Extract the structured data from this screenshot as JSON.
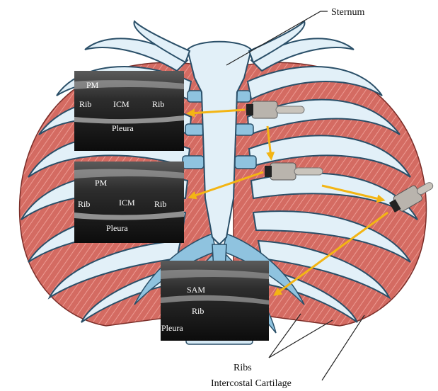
{
  "labels": {
    "sternum": "Sternum",
    "ribs": "Ribs",
    "intercostal_cartilage": "Intercostal Cartilage"
  },
  "ultrasound_panels": [
    {
      "id": "top",
      "tags": [
        "PM",
        "Rib",
        "ICM",
        "Rib",
        "Pleura"
      ]
    },
    {
      "id": "middle",
      "tags": [
        "PM",
        "Rib",
        "ICM",
        "Rib",
        "Pleura"
      ]
    },
    {
      "id": "bottom",
      "tags": [
        "SAM",
        "Rib",
        "Pleura"
      ]
    }
  ],
  "colors": {
    "bone": "#e2f0f8",
    "bone_outline": "#2a4f68",
    "cartilage": "#8fc3df",
    "muscle": "#d46b62",
    "muscle_stripe": "#e9958d",
    "arrow": "#f3b514",
    "probe": "#b9b4ad"
  },
  "icons": [
    "ultrasound-probe-icon",
    "arrow-icon"
  ]
}
